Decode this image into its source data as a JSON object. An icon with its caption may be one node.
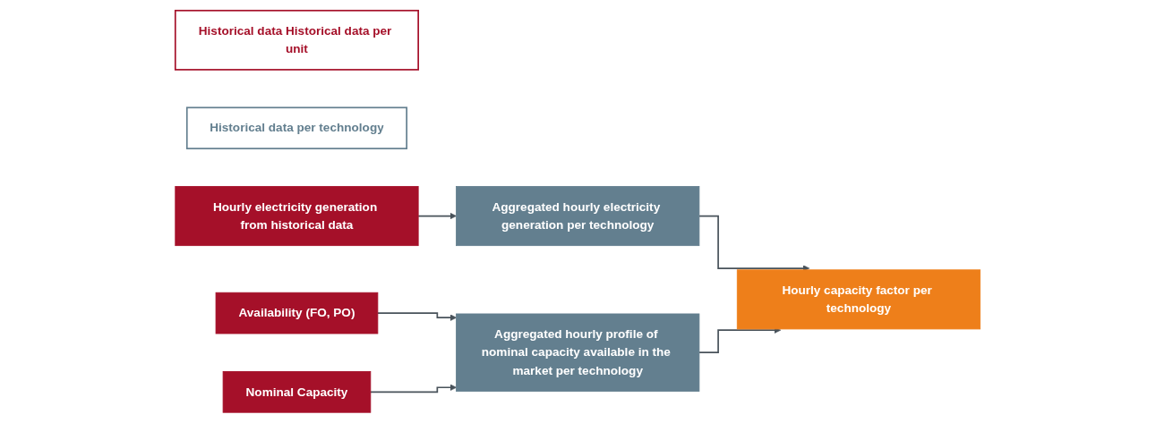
{
  "diagram": {
    "nodes": [
      {
        "text": [
          "Historical data Historical data per unit"
        ]
      },
      {
        "text": [
          "Historical data per technology"
        ]
      },
      {
        "text": [
          "Hourly electricity generation from historical data"
        ]
      },
      {
        "text": [
          "Aggregated hourly electricity generation per technology"
        ]
      },
      {
        "text": [
          "Hourly capacity factor per technology"
        ]
      },
      {
        "text": [
          "Availability (FO, PO)"
        ]
      },
      {
        "text": [
          "Nominal Capacity"
        ]
      },
      {
        "text": [
          "Aggregated hourly profile of nominal capacity available in the market per technology"
        ]
      }
    ],
    "edges": [
      {
        "from": 2,
        "to": 3,
        "arrow": "to"
      },
      {
        "from": 3,
        "to": 4,
        "arrow": "to"
      },
      {
        "from": 7,
        "to": 4,
        "arrow": "to"
      },
      {
        "from": 5,
        "to": 7,
        "arrow": "to"
      },
      {
        "from": 6,
        "to": 7,
        "arrow": "to"
      }
    ]
  }
}
